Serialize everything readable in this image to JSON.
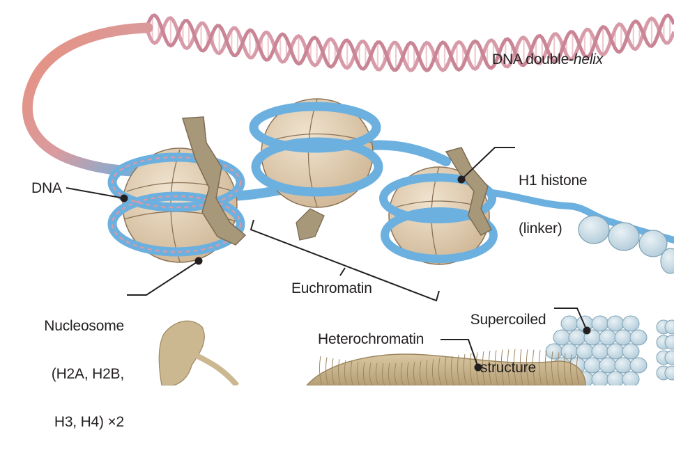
{
  "labels": {
    "dna_helix": "DNA double-",
    "dna_helix_italic": "helix",
    "h1_line1": "H1 histone",
    "h1_line2": "(linker)",
    "dna": "DNA",
    "nucleosome_line1": "Nucleosome",
    "nucleosome_line2": "(H2A, H2B,",
    "nucleosome_line3": "H3, H4) ×2",
    "euchromatin": "Euchromatin",
    "supercoiled_line1": "Supercoiled",
    "supercoiled_line2": "structure",
    "heterochromatin": "Heterochromatin"
  },
  "colors": {
    "helix_pink": "#d79aa8",
    "helix_rung": "#efc9d1",
    "dna_salmon": "#e8907a",
    "dna_blue": "#6cb0df",
    "dna_blue_dark": "#4a8fc4",
    "histone_tan": "#dcc6a8",
    "histone_line": "#8b7357",
    "h1_brown": "#a8987a",
    "h1_dark": "#7c6b52",
    "hetero_tan": "#cbb891",
    "leader": "#231f20"
  }
}
